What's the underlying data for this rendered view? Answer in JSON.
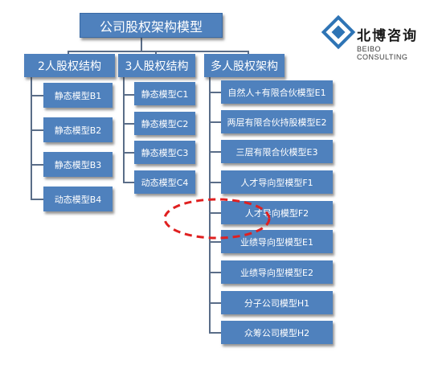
{
  "title": "公司股权架构模型",
  "logo": {
    "name_cn": "北博咨询",
    "name_en": "BEIBO CONSULTING"
  },
  "columns": [
    {
      "header": "2人股权结构",
      "items": [
        "静态模型B1",
        "静态模型B2",
        "静态模型B3",
        "动态模型B4"
      ]
    },
    {
      "header": "3人股权结构",
      "items": [
        "静态模型C1",
        "静态模型C2",
        "静态模型C3",
        "动态模型C4"
      ]
    },
    {
      "header": "多人股权架构",
      "items": [
        "自然人+有限合伙模型E1",
        "两层有限合伙持股模型E2",
        "三层有限合伙模型E3",
        "人才导向型模型F1",
        "人才导向模型F2",
        "业绩导向型模型E1",
        "业绩导向型模型E2",
        "分子公司模型H1",
        "众筹公司模型H2"
      ]
    }
  ],
  "highlight": {
    "item": "人才导向模型F2",
    "style": "red dashed ellipse",
    "color": "#e02020"
  },
  "colors": {
    "box": "#4f81bd",
    "text": "#ffffff",
    "connector": "#5a6d88"
  }
}
